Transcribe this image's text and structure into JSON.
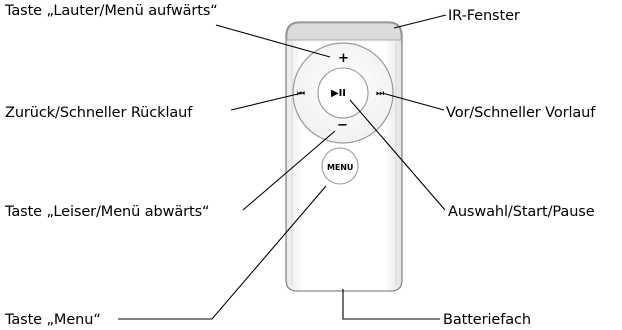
{
  "labels": {
    "volume_up": "Taste „Lauter/Menü aufwärts“",
    "ir_window": "IR-Fenster",
    "previous": "Zurück/Schneller Rücklauf",
    "next": "Vor/Schneller Vorlauf",
    "volume_down": "Taste „Leiser/Menü abwärts“",
    "select_play": "Auswahl/Start/Pause",
    "menu_key": "Taste „Menu“",
    "battery": "Batteriefach"
  },
  "remote": {
    "plus_symbol": "+",
    "minus_symbol": "−",
    "prev_symbol": "⏮",
    "next_symbol": "⏭",
    "center_symbol": "▶II",
    "menu_button": "MENU"
  }
}
